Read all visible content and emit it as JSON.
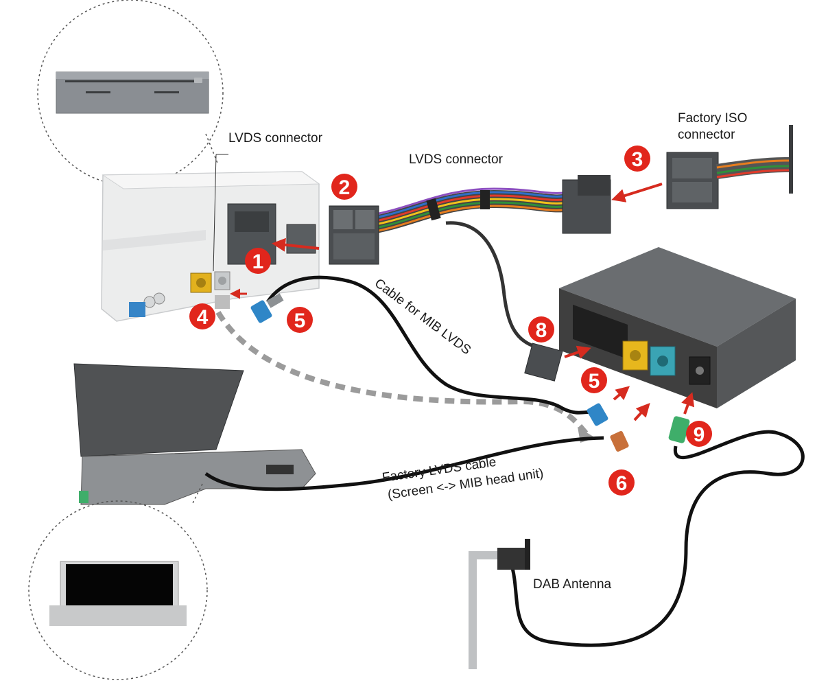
{
  "labels": {
    "lvds_connector_left": "LVDS connector",
    "lvds_connector_top": "LVDS connector",
    "factory_iso_line1": "Factory ISO",
    "factory_iso_line2": "connector",
    "cable_mib_lvds": "Cable for MIB LVDS",
    "factory_lvds_line1": "Factory LVDS cable",
    "factory_lvds_line2": "(Screen <-> MIB head unit)",
    "dab_antenna": "DAB Antenna"
  },
  "badges": {
    "b1": "1",
    "b2": "2",
    "b3": "3",
    "b4": "4",
    "b5a": "5",
    "b5b": "5",
    "b6": "6",
    "b8": "8",
    "b9": "9"
  },
  "colors": {
    "badge_red": "#e1261c",
    "arrow_red": "#d62b1f",
    "cable_black": "#111111",
    "dashed_grey": "#9b9b9b",
    "fakra_yellow": "#e7b71d",
    "fakra_blue": "#2f86c7",
    "fakra_teal": "#3aa4b4",
    "fakra_brown": "#c8703a",
    "interface_box": "#3f3f3f"
  },
  "icons": {
    "cd_unit": "cd-drive-icon",
    "screen": "screen-icon",
    "interface": "interface-box-icon"
  }
}
